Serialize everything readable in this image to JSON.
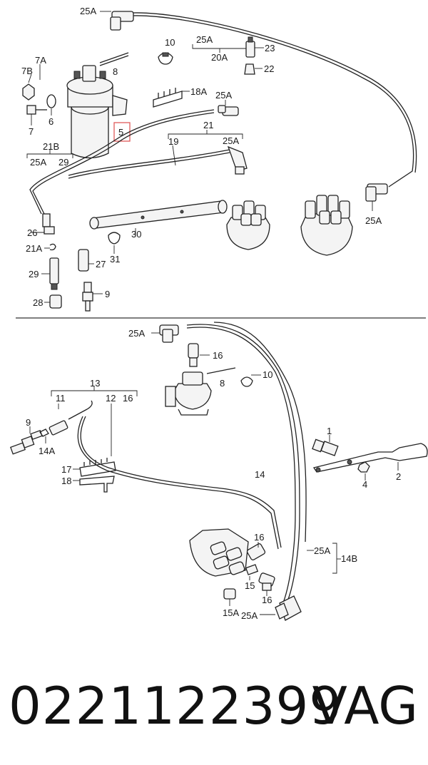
{
  "labels": {
    "l25a_top": "25A",
    "l10_top": "10",
    "l25a_bracket": "25A",
    "l20a": "20A",
    "l23": "23",
    "l22": "22",
    "l7a": "7A",
    "l7b": "7B",
    "l8_top": "8",
    "l18a": "18A",
    "l25a_mid": "25A",
    "l6": "6",
    "l7": "7",
    "l5": "5",
    "l21": "21",
    "l21b": "21B",
    "l25a_21b": "25A",
    "l29_top": "29",
    "l19": "19",
    "l25a_19": "25A",
    "l25a_right": "25A",
    "l26": "26",
    "l30": "30",
    "l21a": "21A",
    "l31": "31",
    "l27": "27",
    "l29": "29",
    "l9_top": "9",
    "l28": "28",
    "l25a_b": "25A",
    "l16_b": "16",
    "l10_b": "10",
    "l8_b": "8",
    "l13": "13",
    "l11": "11",
    "l12": "12",
    "l16_c": "16",
    "l9_b": "9",
    "l14a": "14A",
    "l1": "1",
    "l2": "2",
    "l4": "4",
    "l17": "17",
    "l18": "18",
    "l14": "14",
    "l16_d": "16",
    "l25a_e": "25A",
    "l14b": "14B",
    "l15": "15",
    "l16_e": "16",
    "l15a": "15A",
    "l25a_f": "25A"
  },
  "footer": {
    "part_number": "0221122399",
    "brand": "VAG"
  }
}
